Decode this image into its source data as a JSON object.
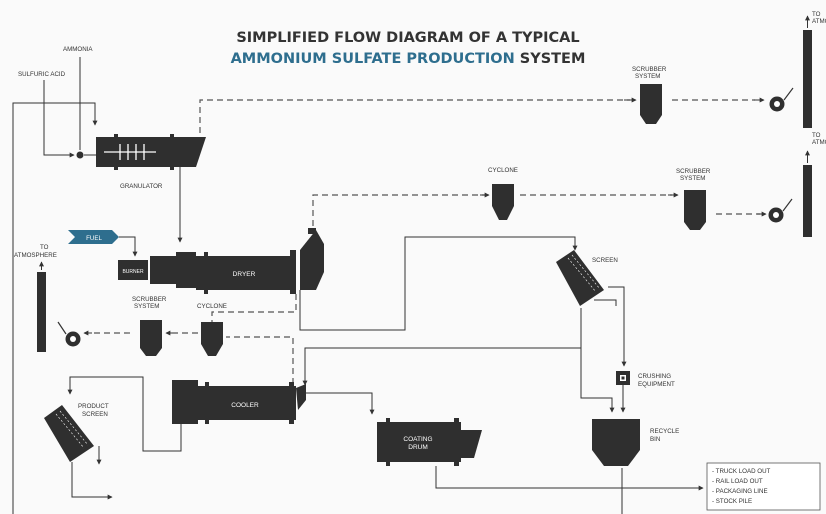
{
  "title": {
    "line1": "SIMPLIFIED FLOW DIAGRAM OF A TYPICAL",
    "line2_highlight": "AMMONIUM SULFATE PRODUCTION",
    "line2_rest": " SYSTEM"
  },
  "colors": {
    "equipment": "#2f2f2f",
    "accent": "#2e6e8e",
    "line": "#333333",
    "background": "#fafafa"
  },
  "inputs": {
    "ammonia": "AMMONIA",
    "sulfuric_acid": "SULFURIC ACID",
    "fuel": "FUEL"
  },
  "equipment": {
    "granulator": "GRANULATOR",
    "burner": "BURNER",
    "dryer": "DRYER",
    "cooler": "COOLER",
    "coating_drum_1": "COATING",
    "coating_drum_2": "DRUM",
    "screen": "SCREEN",
    "product_screen_1": "PRODUCT",
    "product_screen_2": "SCREEN",
    "crushing_1": "CRUSHING",
    "crushing_2": "EQUIPMENT",
    "recycle_1": "RECYCLE",
    "recycle_2": "BIN",
    "cyclone_top": "CYCLONE",
    "cyclone_left": "CYCLONE",
    "scrubber_line1": "SCRUBBER",
    "scrubber_line2": "SYSTEM"
  },
  "atmosphere": {
    "to": "TO",
    "atmosphere": "ATMOSPHERE"
  },
  "outputs": [
    "- TRUCK LOAD OUT",
    "- RAIL LOAD OUT",
    "- PACKAGING LINE",
    "- STOCK PILE"
  ],
  "icons": [
    "fan-icon",
    "stack-icon",
    "arrow-icon"
  ]
}
